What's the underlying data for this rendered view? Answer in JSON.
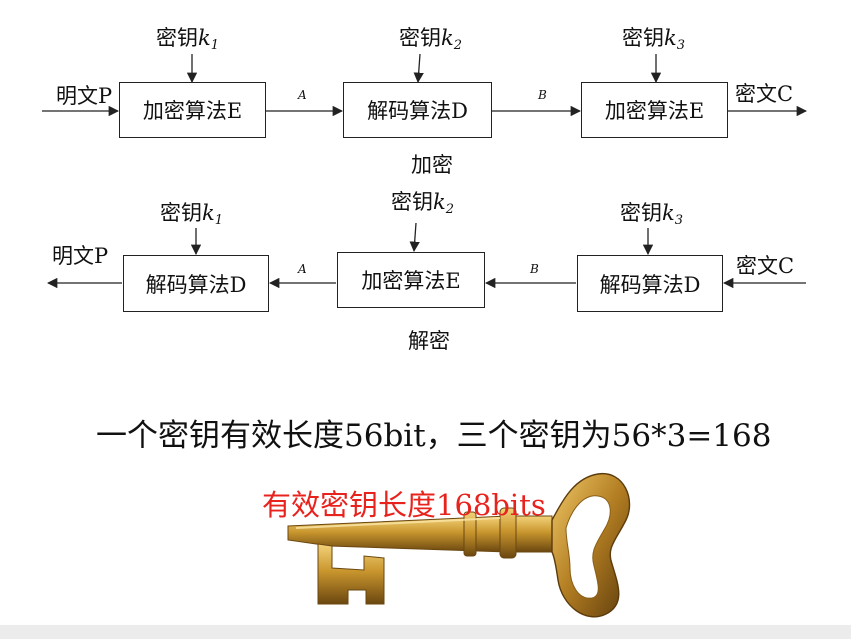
{
  "encrypt": {
    "input_label": "明文P",
    "output_label": "密文C",
    "boxes": [
      "加密算法E",
      "解码算法D",
      "加密算法E"
    ],
    "keys": [
      {
        "prefix": "密钥",
        "var": "k",
        "sub": "1"
      },
      {
        "prefix": "密钥",
        "var": "k",
        "sub": "2"
      },
      {
        "prefix": "密钥",
        "var": "k",
        "sub": "3"
      }
    ],
    "mid_labels": [
      "A",
      "B"
    ],
    "caption": "加密"
  },
  "decrypt": {
    "input_label": "密文C",
    "output_label": "明文P",
    "boxes": [
      "解码算法D",
      "加密算法E",
      "解码算法D"
    ],
    "keys": [
      {
        "prefix": "密钥",
        "var": "k",
        "sub": "1"
      },
      {
        "prefix": "密钥",
        "var": "k",
        "sub": "2"
      },
      {
        "prefix": "密钥",
        "var": "k",
        "sub": "3"
      }
    ],
    "mid_labels": [
      "A",
      "B"
    ],
    "caption": "解密"
  },
  "statement": "一个密钥有效长度56bit，三个密钥为56*3=168",
  "key_caption": "有效密钥长度168bits",
  "colors": {
    "caption_red": "#e8231d",
    "key_gold": "#c9962e",
    "key_dark": "#6b4710"
  },
  "icons": [
    "golden-key-image"
  ]
}
